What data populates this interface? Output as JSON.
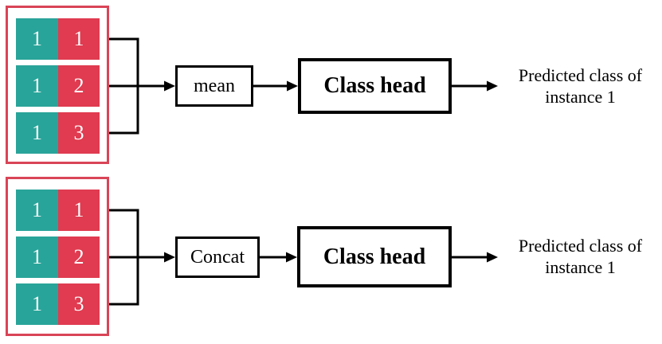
{
  "colors": {
    "teal": "#29A49A",
    "red": "#E03B50",
    "matrix_border": "#D94457",
    "line": "#000000",
    "text": "#000000",
    "cell_text": "#FFFFFF"
  },
  "groups": [
    {
      "matrix_rows": [
        {
          "left": "1",
          "right": "1"
        },
        {
          "left": "1",
          "right": "2"
        },
        {
          "left": "1",
          "right": "3"
        }
      ],
      "operator": "mean",
      "class_head": "Class head",
      "output": {
        "line1": "Predicted class of",
        "line2": "instance 1"
      }
    },
    {
      "matrix_rows": [
        {
          "left": "1",
          "right": "1"
        },
        {
          "left": "1",
          "right": "2"
        },
        {
          "left": "1",
          "right": "3"
        }
      ],
      "operator": "Concat",
      "class_head": "Class head",
      "output": {
        "line1": "Predicted class of",
        "line2": "instance 1"
      }
    }
  ]
}
